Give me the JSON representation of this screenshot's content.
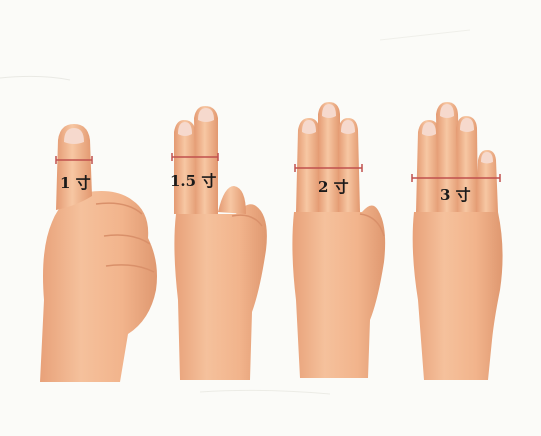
{
  "figure": {
    "labels": [
      "1 寸",
      "1.5 寸",
      "2 寸",
      "3 寸"
    ],
    "colors": {
      "background": "#fbfbf8",
      "skin": "#f2b98f",
      "skin_shadow": "#e29a70",
      "nail": "#f6d9cd",
      "measure_line": "#c0504d",
      "label": "#1a1a1a"
    }
  }
}
